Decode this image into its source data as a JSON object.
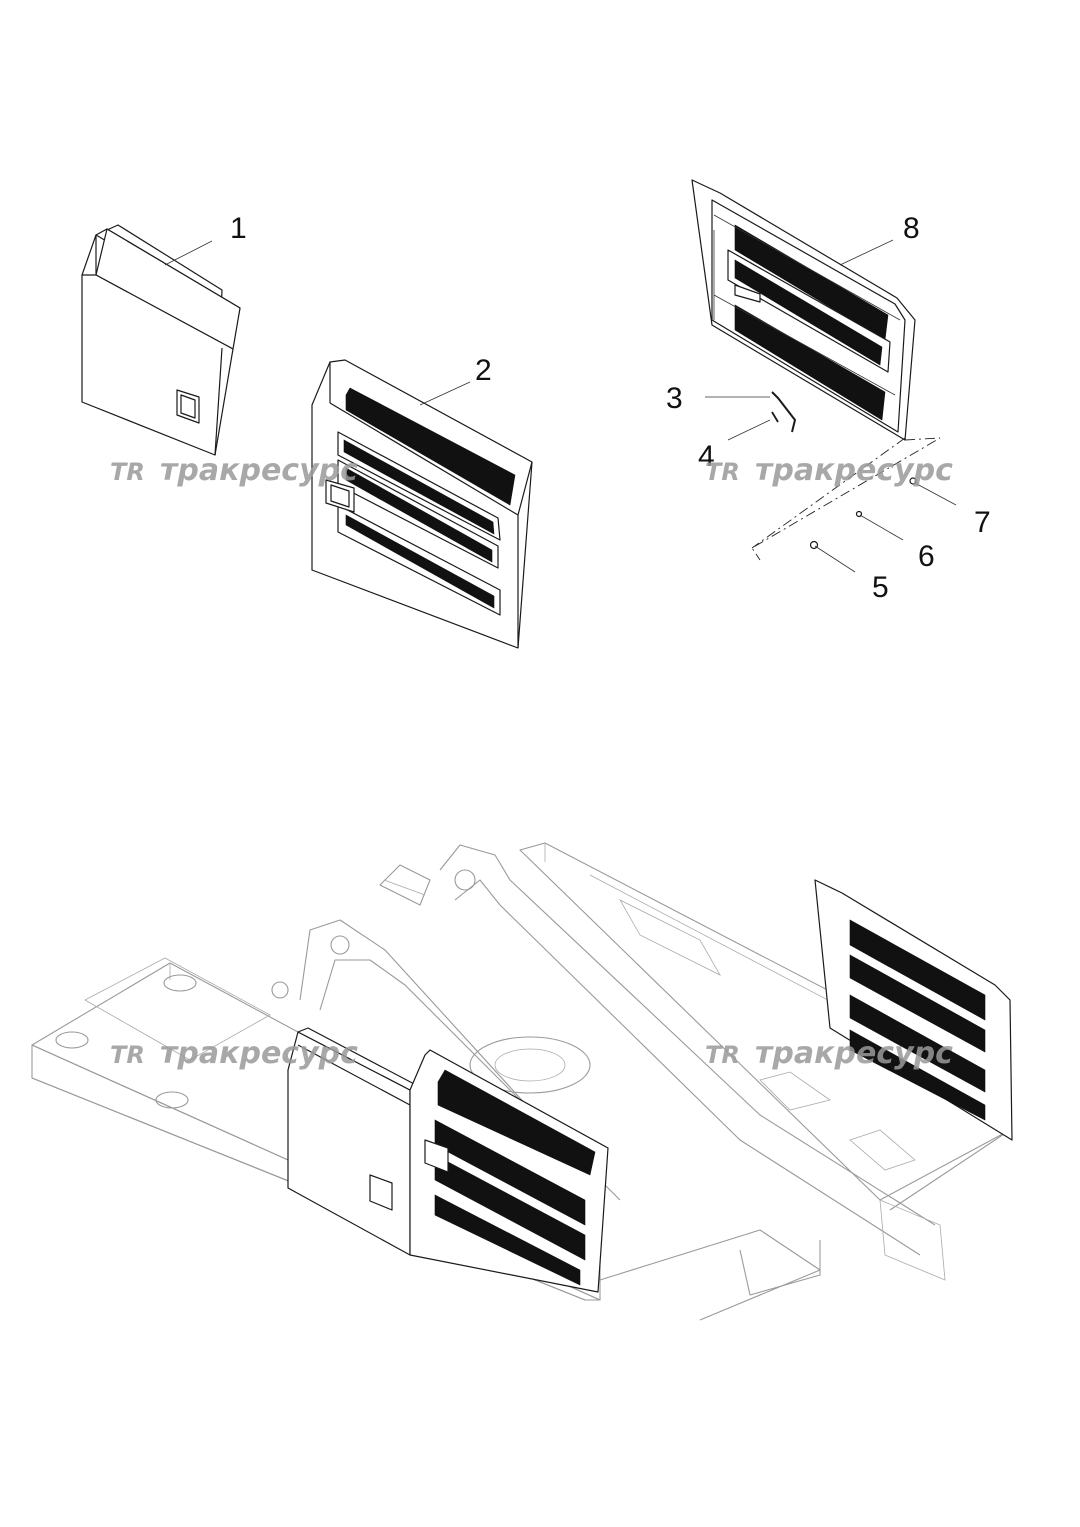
{
  "callouts": [
    {
      "id": "1",
      "label": "1"
    },
    {
      "id": "2",
      "label": "2"
    },
    {
      "id": "3",
      "label": "3"
    },
    {
      "id": "4",
      "label": "4"
    },
    {
      "id": "5",
      "label": "5"
    },
    {
      "id": "6",
      "label": "6"
    },
    {
      "id": "7",
      "label": "7"
    },
    {
      "id": "8",
      "label": "8"
    }
  ],
  "watermark": {
    "logo": "TR",
    "text": "тракресурс"
  }
}
